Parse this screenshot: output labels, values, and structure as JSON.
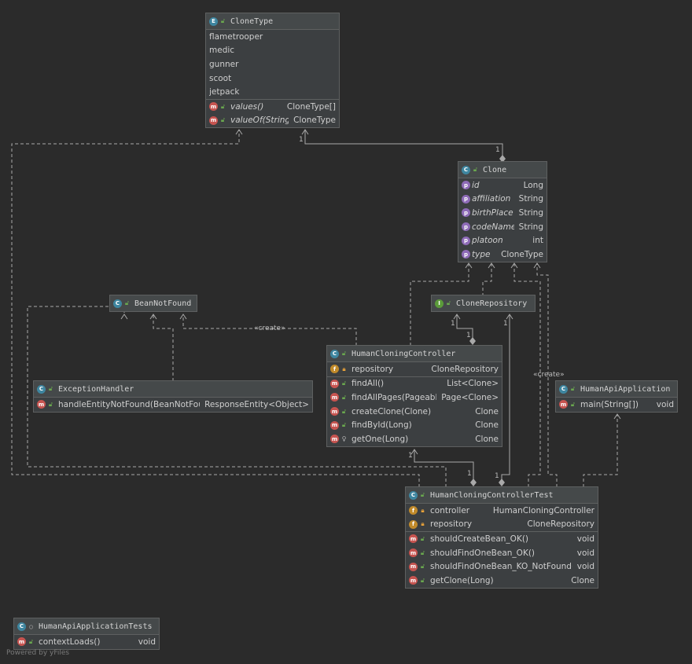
{
  "nodes": {
    "clonetype": {
      "title": "CloneType",
      "constants": [
        "flametrooper",
        "medic",
        "gunner",
        "scoot",
        "jetpack"
      ],
      "methods": [
        {
          "name": "values()",
          "type": "CloneType[]"
        },
        {
          "name": "valueOf(String)",
          "type": "CloneType"
        }
      ]
    },
    "clone": {
      "title": "Clone",
      "properties": [
        {
          "name": "id",
          "type": "Long"
        },
        {
          "name": "affiliation",
          "type": "String"
        },
        {
          "name": "birthPlace",
          "type": "String"
        },
        {
          "name": "codeName",
          "type": "String"
        },
        {
          "name": "platoon",
          "type": "int"
        },
        {
          "name": "type",
          "type": "CloneType"
        }
      ]
    },
    "beannotfound": {
      "title": "BeanNotFound"
    },
    "clonerepository": {
      "title": "CloneRepository"
    },
    "exceptionhandler": {
      "title": "ExceptionHandler",
      "methods": [
        {
          "name": "handleEntityNotFound(BeanNotFound)",
          "type": "ResponseEntity<Object>"
        }
      ]
    },
    "humancloningcontroller": {
      "title": "HumanCloningController",
      "fields": [
        {
          "name": "repository",
          "type": "CloneRepository"
        }
      ],
      "methods": [
        {
          "name": "findAll()",
          "type": "List<Clone>"
        },
        {
          "name": "findAllPages(Pageable)",
          "type": "Page<Clone>"
        },
        {
          "name": "createClone(Clone)",
          "type": "Clone"
        },
        {
          "name": "findById(Long)",
          "type": "Clone"
        },
        {
          "name": "getOne(Long)",
          "type": "Clone"
        }
      ]
    },
    "humanapiapplication": {
      "title": "HumanApiApplication",
      "methods": [
        {
          "name": "main(String[])",
          "type": "void"
        }
      ]
    },
    "humancloningcontrollertest": {
      "title": "HumanCloningControllerTest",
      "fields": [
        {
          "name": "controller",
          "type": "HumanCloningController"
        },
        {
          "name": "repository",
          "type": "CloneRepository"
        }
      ],
      "methods": [
        {
          "name": "shouldCreateBean_OK()",
          "type": "void"
        },
        {
          "name": "shouldFindOneBean_OK()",
          "type": "void"
        },
        {
          "name": "shouldFindOneBean_KO_NotFound()",
          "type": "void"
        },
        {
          "name": "getClone(Long)",
          "type": "Clone"
        }
      ]
    },
    "humanapiapplicationtests": {
      "title": "HumanApiApplicationTests",
      "methods": [
        {
          "name": "contextLoads()",
          "type": "void"
        }
      ]
    }
  },
  "edge_labels": {
    "create_1": "«create»",
    "create_2": "«create»",
    "one": "1"
  },
  "footer": "Powered by yFiles",
  "colors": {
    "background": "#2b2b2b",
    "node": "#3c3f41",
    "edge": "#a9a9a9"
  }
}
